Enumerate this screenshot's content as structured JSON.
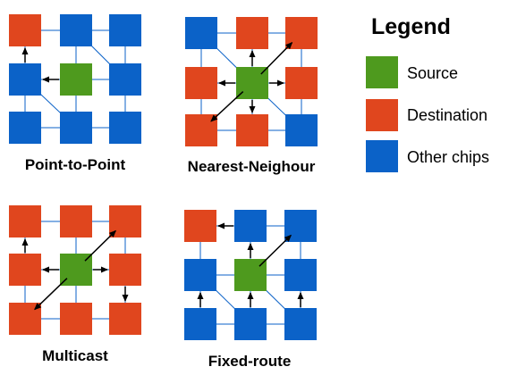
{
  "colors": {
    "source": "#4e9a1e",
    "destination": "#e0461e",
    "other": "#0b62c8",
    "link": "#0b62c8",
    "arrow": "#000000"
  },
  "legend": {
    "title": "Legend",
    "items": [
      {
        "key": "source",
        "label": "Source"
      },
      {
        "key": "destination",
        "label": "Destination"
      },
      {
        "key": "other",
        "label": "Other chips"
      }
    ]
  },
  "grids": [
    {
      "id": "point-to-point",
      "title": "Point-to-Point",
      "cells": [
        [
          "destination",
          "other",
          "other"
        ],
        [
          "other",
          "source",
          "other"
        ],
        [
          "other",
          "other",
          "other"
        ]
      ],
      "diagonal_links": [
        [
          [
            1,
            0
          ],
          [
            2,
            1
          ]
        ],
        [
          [
            0,
            1
          ],
          [
            1,
            2
          ]
        ]
      ],
      "arrows": [
        {
          "from": [
            1,
            1
          ],
          "to": [
            0,
            1
          ]
        },
        {
          "from": [
            0,
            1
          ],
          "to": [
            0,
            0
          ]
        }
      ]
    },
    {
      "id": "nearest-neighbour",
      "title": "Nearest-Neighour",
      "cells": [
        [
          "other",
          "destination",
          "destination"
        ],
        [
          "destination",
          "source",
          "destination"
        ],
        [
          "destination",
          "destination",
          "other"
        ]
      ],
      "diagonal_links": [
        [
          [
            0,
            0
          ],
          [
            1,
            1
          ]
        ],
        [
          [
            1,
            1
          ],
          [
            2,
            2
          ]
        ]
      ],
      "arrows": [
        {
          "from": [
            1,
            1
          ],
          "to": [
            1,
            0
          ]
        },
        {
          "from": [
            1,
            1
          ],
          "to": [
            2,
            0
          ]
        },
        {
          "from": [
            1,
            1
          ],
          "to": [
            0,
            1
          ]
        },
        {
          "from": [
            1,
            1
          ],
          "to": [
            2,
            1
          ]
        },
        {
          "from": [
            1,
            1
          ],
          "to": [
            0,
            2
          ]
        },
        {
          "from": [
            1,
            1
          ],
          "to": [
            1,
            2
          ]
        }
      ]
    },
    {
      "id": "multicast",
      "title": "Multicast",
      "cells": [
        [
          "destination",
          "destination",
          "destination"
        ],
        [
          "destination",
          "source",
          "destination"
        ],
        [
          "destination",
          "destination",
          "destination"
        ]
      ],
      "diagonal_links": [],
      "arrows": [
        {
          "from": [
            0,
            1
          ],
          "to": [
            0,
            0
          ]
        },
        {
          "from": [
            1,
            1
          ],
          "to": [
            0,
            1
          ]
        },
        {
          "from": [
            1,
            1
          ],
          "to": [
            2,
            0
          ]
        },
        {
          "from": [
            1,
            1
          ],
          "to": [
            2,
            1
          ]
        },
        {
          "from": [
            1,
            1
          ],
          "to": [
            0,
            2
          ]
        },
        {
          "from": [
            2,
            1
          ],
          "to": [
            2,
            2
          ]
        }
      ]
    },
    {
      "id": "fixed-route",
      "title": "Fixed-route",
      "cells": [
        [
          "destination",
          "other",
          "other"
        ],
        [
          "other",
          "source",
          "other"
        ],
        [
          "other",
          "other",
          "other"
        ]
      ],
      "diagonal_links": [
        [
          [
            0,
            1
          ],
          [
            1,
            2
          ]
        ],
        [
          [
            1,
            1
          ],
          [
            2,
            2
          ]
        ]
      ],
      "arrows": [
        {
          "from": [
            1,
            2
          ],
          "to": [
            1,
            1
          ]
        },
        {
          "from": [
            1,
            1
          ],
          "to": [
            1,
            0
          ]
        },
        {
          "from": [
            1,
            0
          ],
          "to": [
            0,
            0
          ]
        },
        {
          "from": [
            0,
            2
          ],
          "to": [
            0,
            1
          ]
        },
        {
          "from": [
            2,
            2
          ],
          "to": [
            2,
            1
          ]
        },
        {
          "from": [
            1,
            1
          ],
          "to": [
            2,
            0
          ]
        }
      ]
    }
  ]
}
